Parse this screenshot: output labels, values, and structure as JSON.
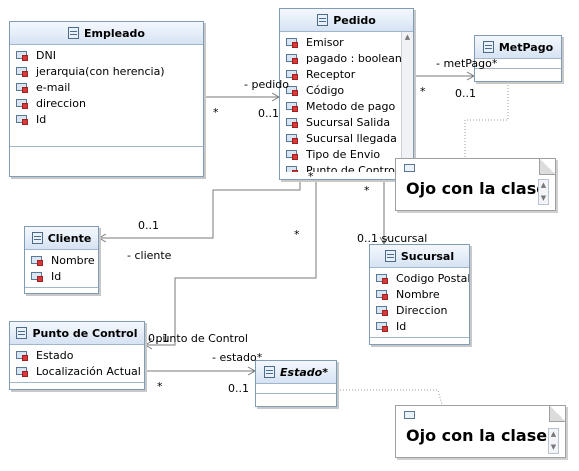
{
  "classes": {
    "empleado": {
      "name": "Empleado",
      "attributes": [
        "DNI",
        "jerarquia(con herencia)",
        "e-mail",
        "direccion",
        "Id"
      ]
    },
    "pedido": {
      "name": "Pedido",
      "attributes": [
        "Emisor",
        "pagado : boolean",
        "Receptor",
        "Código",
        "Metodo de pago",
        "Sucursal Salida",
        "Sucursal llegada",
        "Tipo de Envio",
        "Punto de Control"
      ]
    },
    "metpago": {
      "name": "MetPago",
      "attributes": []
    },
    "cliente": {
      "name": "Cliente",
      "attributes": [
        "Nombre",
        "Id"
      ]
    },
    "sucursal": {
      "name": "Sucursal",
      "attributes": [
        "Codigo Postal",
        "Nombre",
        "Direccion",
        "Id"
      ]
    },
    "punto": {
      "name": "Punto de Control",
      "attributes": [
        "Estado",
        "Localización Actual"
      ]
    },
    "estado": {
      "name": "Estado*",
      "attributes": []
    }
  },
  "labels": {
    "pedido_role": "- pedido",
    "emp_star": "*",
    "pedido_mult": "0..1",
    "metpago_role": "- metPago*",
    "metpago_star": "*",
    "metpago_mult": "0..1",
    "cliente_mult": "0..1",
    "cliente_role": "- cliente",
    "pedido_star_bottom": "*",
    "pedido_star_right": "*",
    "pedido_star_mid": "*",
    "sucursal_role": "0..1 sucursal",
    "punto_role": "- punto de Control",
    "punto_mult": "0..1",
    "estado_role": "- estado*",
    "estado_star": "*",
    "estado_mult": "0..1"
  },
  "notes": {
    "note1": "Ojo con la clase",
    "note2": "Ojo con la clase"
  }
}
